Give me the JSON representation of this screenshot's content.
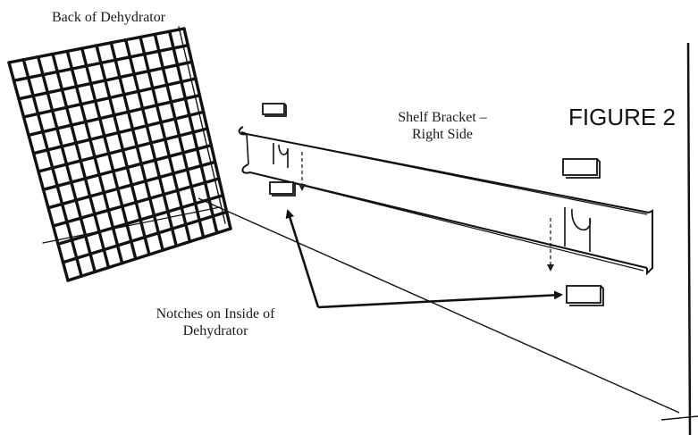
{
  "labels": {
    "back_of_dehydrator": "Back of Dehydrator",
    "figure_title": "FIGURE 2",
    "shelf_bracket_line1": "Shelf Bracket –",
    "shelf_bracket_line2": "Right Side",
    "notches_line1": "Notches on Inside of",
    "notches_line2": "Dehydrator"
  },
  "colors": {
    "ink": "#111111",
    "notch_fill": "#ffffff"
  }
}
